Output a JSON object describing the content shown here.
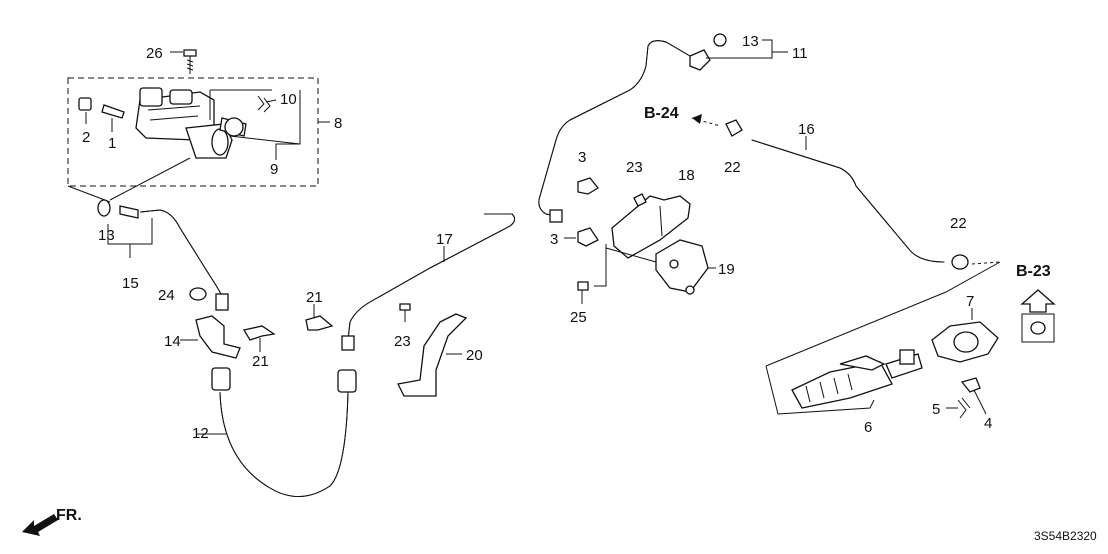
{
  "diagram": {
    "callouts": {
      "c1": "1",
      "c2": "2",
      "c3a": "3",
      "c3b": "3",
      "c4": "4",
      "c5": "5",
      "c6": "6",
      "c7": "7",
      "c8": "8",
      "c9": "9",
      "c10": "10",
      "c11": "11",
      "c12": "12",
      "c13a": "13",
      "c13b": "13",
      "c14": "14",
      "c15": "15",
      "c16": "16",
      "c17": "17",
      "c18": "18",
      "c19": "19",
      "c20": "20",
      "c21a": "21",
      "c21b": "21",
      "c22a": "22",
      "c22b": "22",
      "c23a": "23",
      "c23b": "23",
      "c24": "24",
      "c25": "25",
      "c26": "26"
    },
    "refs": {
      "b24": "B-24",
      "b23": "B-23"
    },
    "direction": "FR.",
    "diagram_code": "3S54B2320"
  }
}
